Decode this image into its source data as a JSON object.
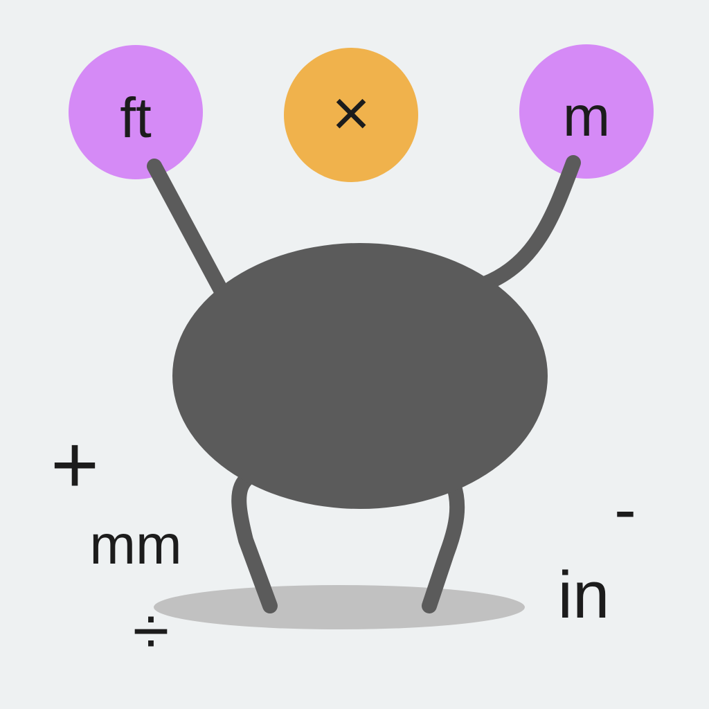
{
  "bubbles": {
    "left": {
      "label": "ft",
      "color": "#d58af6"
    },
    "center": {
      "label": "×",
      "color": "#f0b24c"
    },
    "right": {
      "label": "m",
      "color": "#d58af6"
    }
  },
  "creature": {
    "body_color": "#5b5b5b",
    "shadow_color": "#c1c1c1"
  },
  "floating_labels": {
    "plus": "+",
    "mm": "mm",
    "divide": "÷",
    "minus": "-",
    "inch": "in"
  },
  "icons": {
    "left_bubble": "feet-unit-bubble",
    "center_bubble": "multiply-bubble",
    "right_bubble": "meter-unit-bubble",
    "mascot": "unit-converter-mascot"
  }
}
